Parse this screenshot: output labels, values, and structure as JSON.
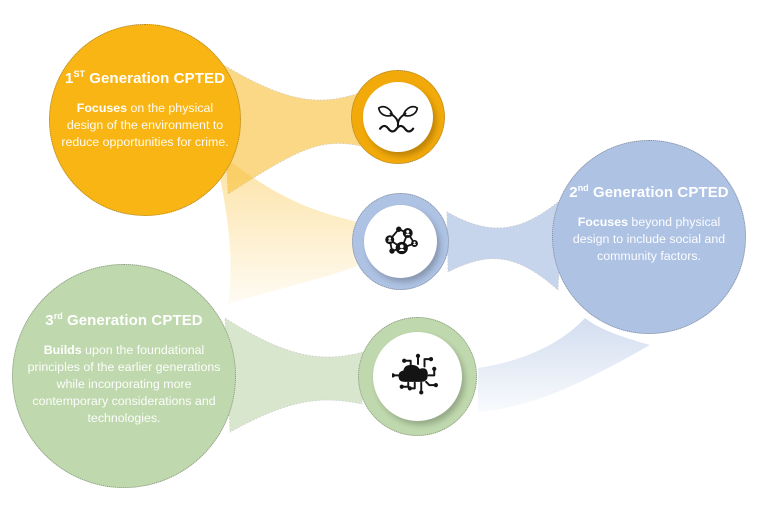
{
  "diagram": {
    "nodes": [
      {
        "id": "gen1",
        "number": "1",
        "ordinal": "ST",
        "title_rest": " Generation CPTED",
        "lead": "Focuses",
        "body_rest": " on the physical design of the environment to reduce opportunities for crime.",
        "icon": "sprout-icon",
        "fill_color": "#F9B513",
        "band_color": "#FBD885"
      },
      {
        "id": "gen2",
        "number": "2",
        "ordinal": "nd",
        "title_rest": " Generation CPTED",
        "lead": "Focuses",
        "body_rest": " beyond physical design to include social and community factors.",
        "icon": "people-network-icon",
        "fill_color": "#AEC2E3",
        "band_color": "#C6D4EC"
      },
      {
        "id": "gen3",
        "number": "3",
        "ordinal": "rd",
        "title_rest": " Generation CPTED",
        "lead": "Builds",
        "body_rest": " upon the foundational principles of the earlier generations while incorporating more contemporary considerations and technologies.",
        "icon": "cloud-network-icon",
        "fill_color": "#BFD8AD",
        "band_color": "#D9E6CE"
      }
    ],
    "colors": {
      "background": "#FFFFFF",
      "gold": "#F9B513",
      "gold_ring": "#F2A90A",
      "gold_band": "#FBD885",
      "blue": "#AEC2E3",
      "blue_band": "#C6D4EC",
      "green": "#BFD8AD",
      "green_band": "#D9E6CE",
      "icon_ink": "#141414",
      "text": "#FFFFFF"
    }
  }
}
